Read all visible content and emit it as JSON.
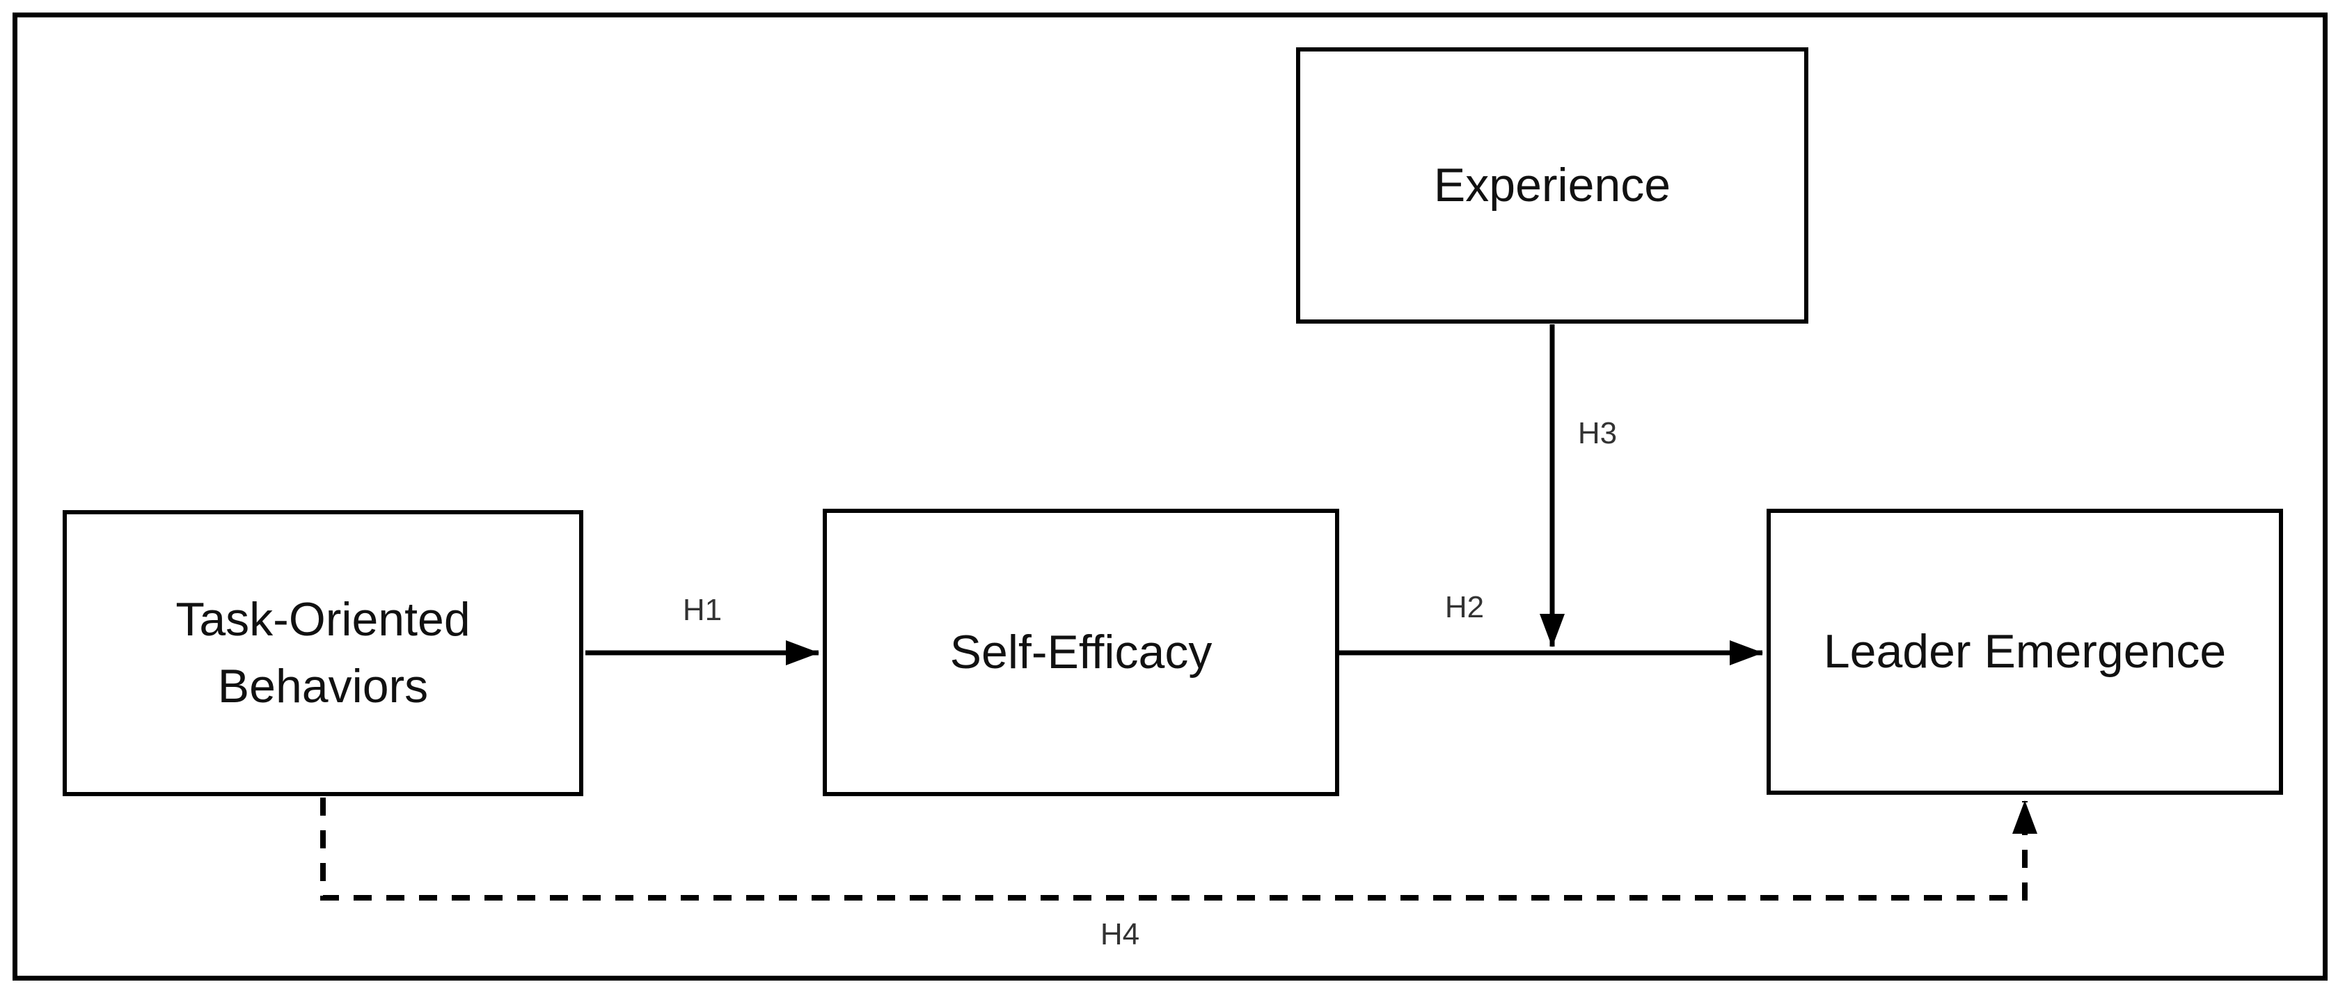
{
  "diagram": {
    "type": "conceptual-model",
    "background_color": "#ffffff",
    "line_color": "#000000",
    "text_color": "#111111",
    "edge_label_color": "#333333"
  },
  "nodes": {
    "task": {
      "label": "Task-Oriented Behaviors"
    },
    "self_efficacy": {
      "label": "Self-Efficacy"
    },
    "leader": {
      "label": "Leader Emergence"
    },
    "experience": {
      "label": "Experience"
    }
  },
  "edges": {
    "h1": {
      "label": "H1",
      "from": "Task-Oriented Behaviors",
      "to": "Self-Efficacy",
      "style": "solid"
    },
    "h2": {
      "label": "H2",
      "from": "Self-Efficacy",
      "to": "Leader Emergence",
      "style": "solid"
    },
    "h3": {
      "label": "H3",
      "from": "Experience",
      "to": "H2 path",
      "style": "solid"
    },
    "h4": {
      "label": "H4",
      "from": "Task-Oriented Behaviors",
      "to": "Leader Emergence",
      "style": "dashed"
    }
  }
}
